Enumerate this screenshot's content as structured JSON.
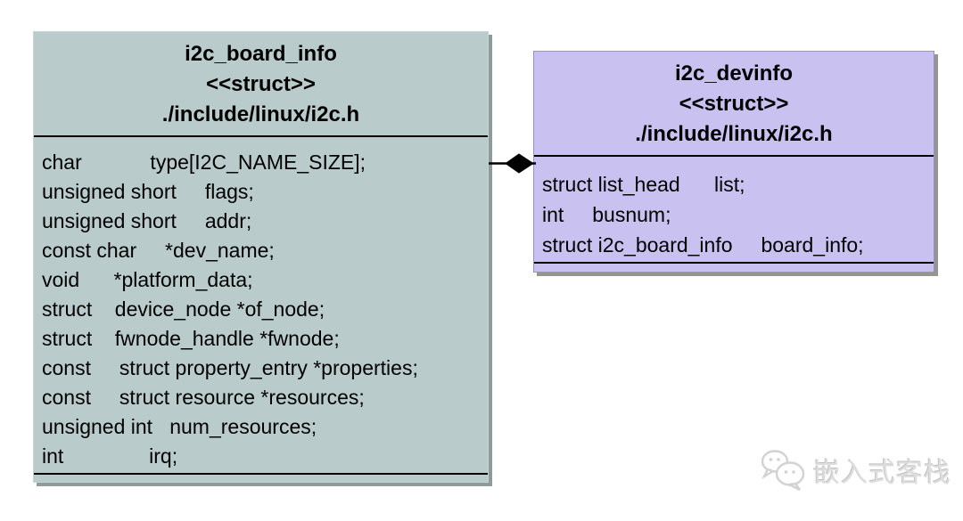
{
  "left_box": {
    "title": "i2c_board_info",
    "stereotype": "<<struct>>",
    "file": "./include/linux/i2c.h",
    "fields": [
      "char            type[I2C_NAME_SIZE];",
      "unsigned short     flags;",
      "unsigned short     addr;",
      "const char     *dev_name;",
      "void      *platform_data;",
      "struct    device_node *of_node;",
      "struct    fwnode_handle *fwnode;",
      "const     struct property_entry *properties;",
      "const     struct resource *resources;",
      "unsigned int   num_resources;",
      "int               irq;"
    ]
  },
  "right_box": {
    "title": "i2c_devinfo",
    "stereotype": "<<struct>>",
    "file": "./include/linux/i2c.h",
    "fields": [
      "struct list_head      list;",
      "int     busnum;",
      "struct i2c_board_info     board_info;"
    ]
  },
  "connector": {
    "type": "composition",
    "shape": "filled-diamond",
    "from": "i2c_board_info",
    "to": "i2c_devinfo"
  },
  "watermark": {
    "icon": "wechat-chat-bubbles-icon",
    "text": "嵌入式客栈"
  },
  "colors": {
    "left_box_fill": "#b9cccb",
    "right_box_fill": "#c9c1ef",
    "line": "#000000",
    "watermark_gray": "#d6d6d6",
    "background": "#ffffff"
  }
}
